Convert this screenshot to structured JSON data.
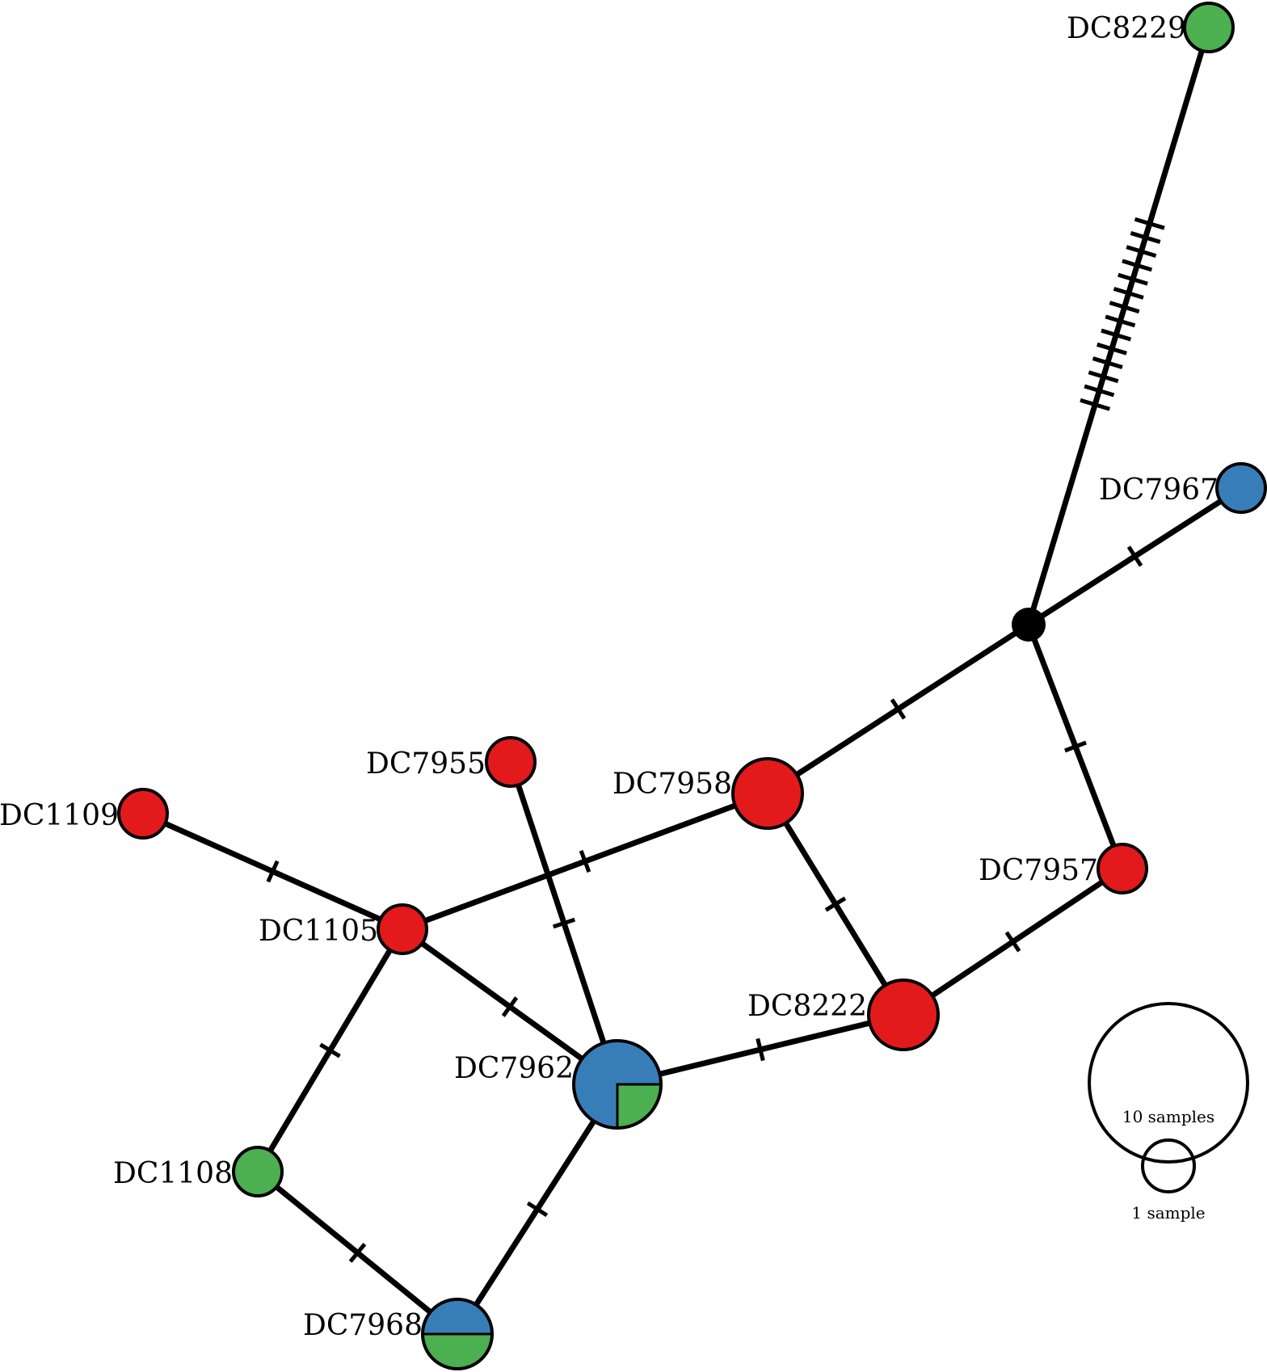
{
  "colors": {
    "red": "#e31a1c",
    "green": "#4caf50",
    "blue": "#377eb8",
    "median": "#000000"
  },
  "nodes": [
    {
      "id": "DC8229",
      "label": "DC8229",
      "samples": 1,
      "composition": [
        {
          "color": "green",
          "count": 1
        }
      ]
    },
    {
      "id": "DC7967",
      "label": "DC7967",
      "samples": 1,
      "composition": [
        {
          "color": "blue",
          "count": 1
        }
      ]
    },
    {
      "id": "median",
      "label": "",
      "samples": 0,
      "composition": []
    },
    {
      "id": "DC7958",
      "label": "DC7958",
      "samples": 2,
      "composition": [
        {
          "color": "red",
          "count": 2
        }
      ]
    },
    {
      "id": "DC7955",
      "label": "DC7955",
      "samples": 1,
      "composition": [
        {
          "color": "red",
          "count": 1
        }
      ]
    },
    {
      "id": "DC1109",
      "label": "DC1109",
      "samples": 1,
      "composition": [
        {
          "color": "red",
          "count": 1
        }
      ]
    },
    {
      "id": "DC1105",
      "label": "DC1105",
      "samples": 1,
      "composition": [
        {
          "color": "red",
          "count": 1
        }
      ]
    },
    {
      "id": "DC7957",
      "label": "DC7957",
      "samples": 1,
      "composition": [
        {
          "color": "red",
          "count": 1
        }
      ]
    },
    {
      "id": "DC8222",
      "label": "DC8222",
      "samples": 2,
      "composition": [
        {
          "color": "red",
          "count": 2
        }
      ]
    },
    {
      "id": "DC7962",
      "label": "DC7962",
      "samples": 4,
      "composition": [
        {
          "color": "blue",
          "count": 3
        },
        {
          "color": "green",
          "count": 1
        }
      ]
    },
    {
      "id": "DC1108",
      "label": "DC1108",
      "samples": 1,
      "composition": [
        {
          "color": "green",
          "count": 1
        }
      ]
    },
    {
      "id": "DC7968",
      "label": "DC7968",
      "samples": 2,
      "composition": [
        {
          "color": "blue",
          "count": 1
        },
        {
          "color": "green",
          "count": 1
        }
      ]
    }
  ],
  "edges": [
    {
      "from": "median",
      "to": "DC8229",
      "mutations": 14
    },
    {
      "from": "median",
      "to": "DC7967",
      "mutations": 1
    },
    {
      "from": "median",
      "to": "DC7958",
      "mutations": 1
    },
    {
      "from": "median",
      "to": "DC7957",
      "mutations": 1
    },
    {
      "from": "DC7958",
      "to": "DC1105",
      "mutations": 1
    },
    {
      "from": "DC7958",
      "to": "DC8222",
      "mutations": 1
    },
    {
      "from": "DC7957",
      "to": "DC8222",
      "mutations": 1
    },
    {
      "from": "DC7955",
      "to": "DC7962",
      "mutations": 1
    },
    {
      "from": "DC1109",
      "to": "DC1105",
      "mutations": 1
    },
    {
      "from": "DC1105",
      "to": "DC7962",
      "mutations": 1
    },
    {
      "from": "DC1105",
      "to": "DC1108",
      "mutations": 1
    },
    {
      "from": "DC8222",
      "to": "DC7962",
      "mutations": 1
    },
    {
      "from": "DC7962",
      "to": "DC7968",
      "mutations": 1
    },
    {
      "from": "DC1108",
      "to": "DC7968",
      "mutations": 1
    }
  ],
  "legend": {
    "large_label": "10 samples",
    "small_label": "1 sample"
  }
}
